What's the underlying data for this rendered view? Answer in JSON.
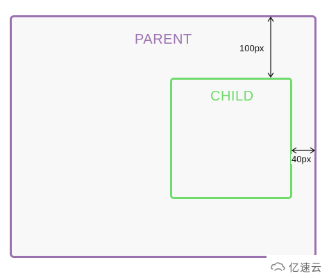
{
  "parent": {
    "label": "PARENT",
    "color": "#9b72b0"
  },
  "child": {
    "label": "CHILD",
    "color": "#6fdb6a"
  },
  "measurements": {
    "top_offset": "100px",
    "right_offset": "40px"
  },
  "watermark": {
    "text": "亿速云",
    "icon": "cloud-logo-icon"
  }
}
